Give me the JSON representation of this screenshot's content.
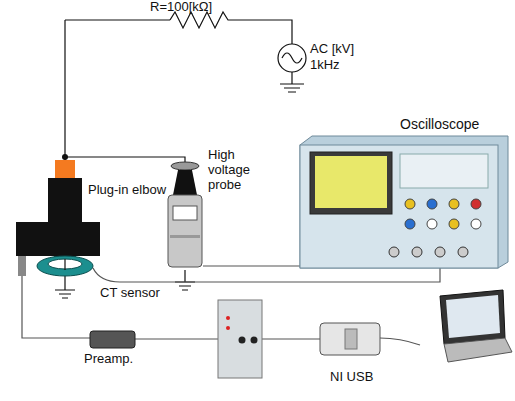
{
  "diagram": {
    "labels": [
      "R=100[kΩ]",
      "AC [kV]",
      "1kHz",
      "High voltage probe",
      "Oscilloscope",
      "Plug-in elbow",
      "CT sensor",
      "Preamp.",
      "NI USB"
    ]
  }
}
